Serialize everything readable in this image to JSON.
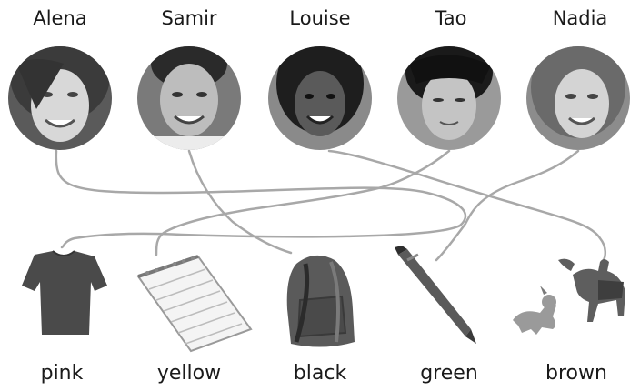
{
  "people": [
    {
      "name": "Alena"
    },
    {
      "name": "Samir"
    },
    {
      "name": "Louise"
    },
    {
      "name": "Tao"
    },
    {
      "name": "Nadia"
    }
  ],
  "items": [
    {
      "label": "pink",
      "object": "t-shirt-icon"
    },
    {
      "label": "yellow",
      "object": "notepad-icon"
    },
    {
      "label": "black",
      "object": "backpack-icon"
    },
    {
      "label": "green",
      "object": "pen-icon"
    },
    {
      "label": "brown",
      "object": "dogs-icon"
    }
  ],
  "colors": {
    "line": "#a8a8a8",
    "face_bg": "#3a3a3a",
    "skin_light": "#cfcfcf",
    "object_gray": "#6a6a6a"
  }
}
